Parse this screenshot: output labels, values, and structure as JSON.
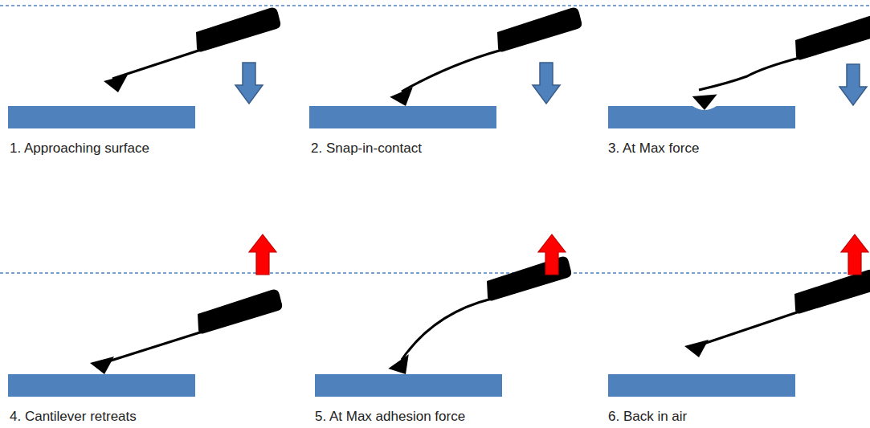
{
  "diagram": {
    "labels": [
      "1. Approaching surface",
      "2. Snap-in-contact",
      "3. At Max force",
      "4. Cantilever retreats",
      "5. At Max adhesion force",
      "6. Back in air"
    ]
  }
}
